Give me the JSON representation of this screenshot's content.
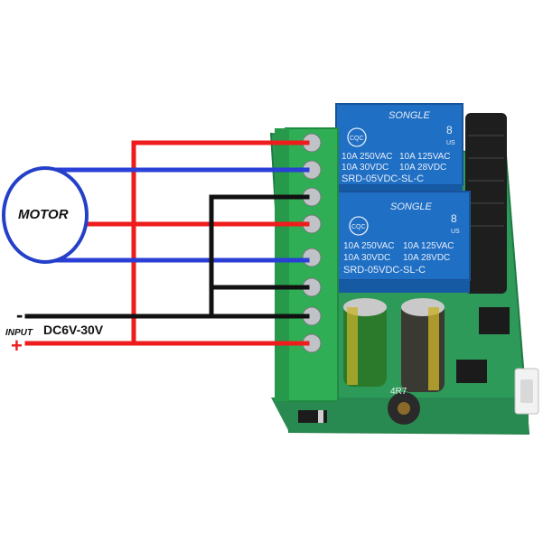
{
  "motor": {
    "label": "MOTOR"
  },
  "input": {
    "minus": "-",
    "label": "INPUT",
    "plus": "+",
    "voltage": "DC6V-30V"
  },
  "relays": [
    {
      "brand": "SONGLE",
      "cqc": "CQC",
      "ul_number": "8",
      "ul_us": "US",
      "rating_left_1": "10A 250VAC",
      "rating_left_2": "10A 30VDC",
      "rating_right_1": "10A 125VAC",
      "rating_right_2": "10A 28VDC",
      "model": "SRD-05VDC-SL-C"
    },
    {
      "brand": "SONGLE",
      "cqc": "CQC",
      "ul_number": "8",
      "ul_us": "US",
      "rating_left_1": "10A 250VAC",
      "rating_left_2": "10A 30VDC",
      "rating_right_1": "10A 125VAC",
      "rating_right_2": "10A 28VDC",
      "model": "SRD-05VDC-SL-C"
    }
  ],
  "capacitor": {
    "label": "4R7"
  },
  "colors": {
    "wire_red": "#ee1c1c",
    "wire_blue": "#2a3fd6",
    "wire_black": "#111111",
    "pcb_green": "#2e9a5a",
    "terminal_green": "#2fae55",
    "relay_blue": "#1f6fc4",
    "motor_outline": "#2440c8"
  }
}
